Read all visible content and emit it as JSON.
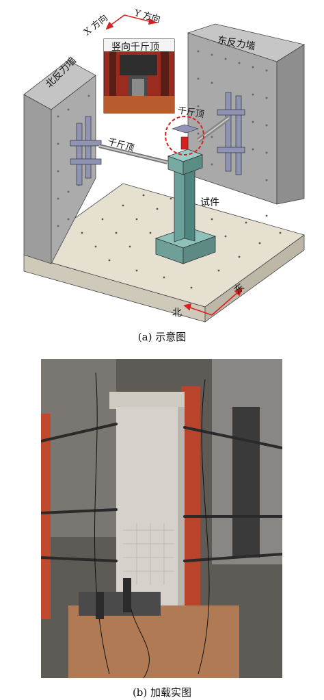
{
  "panel_a": {
    "axis_x": "X 方向",
    "axis_y": "Y 方向",
    "vertical_jack": "竖向千斤顶",
    "north_wall": "北反力墙",
    "east_wall": "东反力墙",
    "jack_1": "千斤顶",
    "jack_2": "千斤顶",
    "specimen": "试件",
    "north": "北",
    "east": "东",
    "caption": "(a) 示意图"
  },
  "panel_b": {
    "caption": "(b) 加载实图"
  },
  "colors": {
    "wall_face": "#a9a9a9",
    "wall_side": "#8e8e8e",
    "floor": "#e6e0d0",
    "column": "#6fa6a0",
    "frame": "#8f94b4",
    "red": "#d81e1e"
  }
}
